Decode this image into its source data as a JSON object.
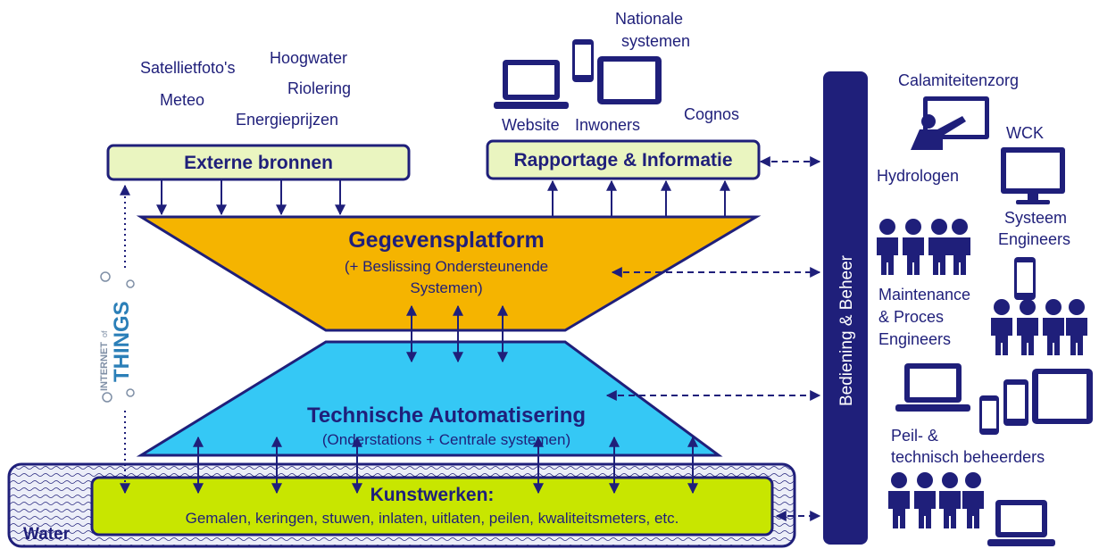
{
  "sources": {
    "satellite": "Satellietfoto's",
    "hoogwater": "Hoogwater",
    "meteo": "Meteo",
    "riolering": "Riolering",
    "energie": "Energieprijzen"
  },
  "outputs": {
    "nationale": "Nationale",
    "systemen": "systemen",
    "website": "Website",
    "inwoners": "Inwoners",
    "cognos": "Cognos"
  },
  "boxes": {
    "externe": "Externe bronnen",
    "rapportage": "Rapportage & Informatie",
    "gegevens_title": "Gegevensplatform",
    "gegevens_sub1": "(+ Beslissing  Ondersteunende",
    "gegevens_sub2": "Systemen)",
    "technische_title": "Technische Automatisering",
    "technische_sub": "(Onderstations + Centrale systemen)",
    "kunst_title": "Kunstwerken:",
    "kunst_sub": "Gemalen, keringen, stuwen, inlaten, uitlaten, peilen, kwaliteitsmeters, etc.",
    "water": "Water",
    "bediening": "Bediening & Beheer"
  },
  "iot": {
    "line1": "INTERNET",
    "line2": "of",
    "line3": "THINGS"
  },
  "roles": {
    "calamiteiten": "Calamiteitenzorg",
    "wck": "WCK",
    "hydrologen": "Hydrologen",
    "systeem1": "Systeem",
    "systeem2": "Engineers",
    "maint1": "Maintenance",
    "maint2": "& Proces",
    "maint3": "Engineers",
    "peil1": "Peil- &",
    "peil2": "technisch beheerders"
  },
  "colors": {
    "navy": "#1f1f7a",
    "orange": "#f5b400",
    "cyan": "#35c8f5",
    "lime": "#c8e600",
    "pale": "#eaf5c0",
    "water_fill": "#dfe0f0"
  }
}
